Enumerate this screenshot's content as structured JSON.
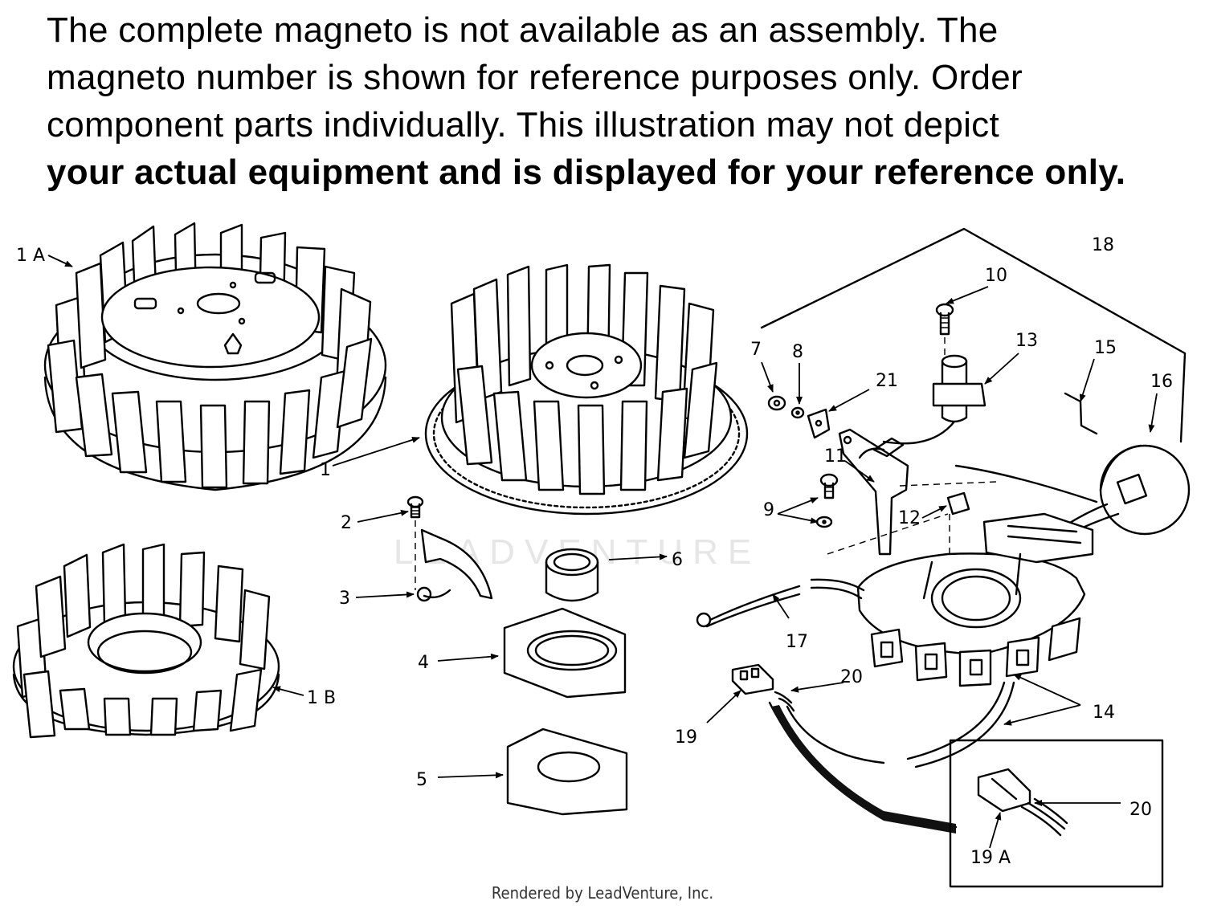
{
  "notice": {
    "line1": "The complete magneto is not available as an assembly.  The",
    "line2": "magneto number is shown for reference purposes only. Order",
    "line3": "component parts individually.  This illustration may not depict",
    "line4": "your actual equipment and is displayed for your reference only."
  },
  "watermark": "LEADVENTURE",
  "footer": "Rendered by LeadVenture, Inc.",
  "callouts": {
    "c1": "1",
    "c1a": "1 A",
    "c1b": "1 B",
    "c2": "2",
    "c3": "3",
    "c4": "4",
    "c5": "5",
    "c6": "6",
    "c7": "7",
    "c8": "8",
    "c9": "9",
    "c10": "10",
    "c11": "11",
    "c12": "12",
    "c13": "13",
    "c14": "14",
    "c15": "15",
    "c16": "16",
    "c17": "17",
    "c18": "18",
    "c19": "19",
    "c19a": "19 A",
    "c20": "20",
    "c20b": "20",
    "c21": "21"
  }
}
